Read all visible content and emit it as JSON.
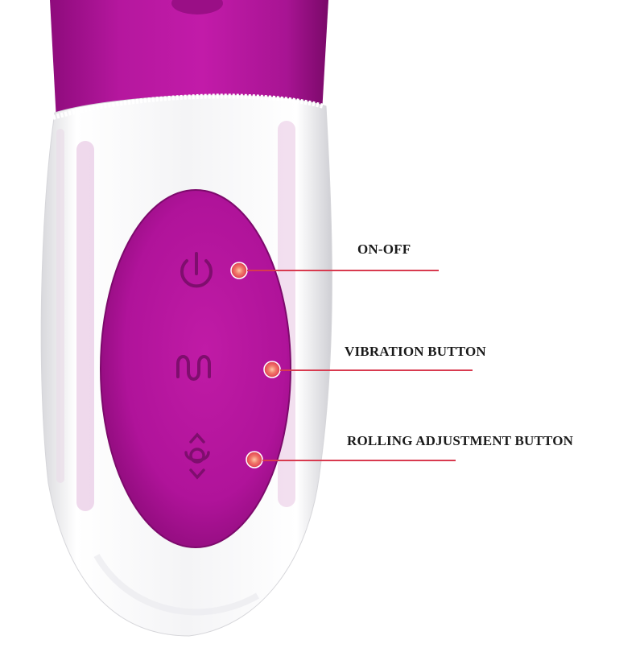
{
  "colors": {
    "body_purple": "#b5179e",
    "panel_purple": "#b0139a",
    "indicator_dot": "#e84f5e",
    "callout_line": "#d83a4f",
    "icon_color": "#7f0e6e"
  },
  "callouts": [
    {
      "label": "ON-OFF",
      "icon": "power-icon"
    },
    {
      "label": "VIBRATION BUTTON",
      "icon": "wave-icon"
    },
    {
      "label": "ROLLING ADJUSTMENT BUTTON",
      "icon": "rotate-arrows-icon"
    }
  ]
}
